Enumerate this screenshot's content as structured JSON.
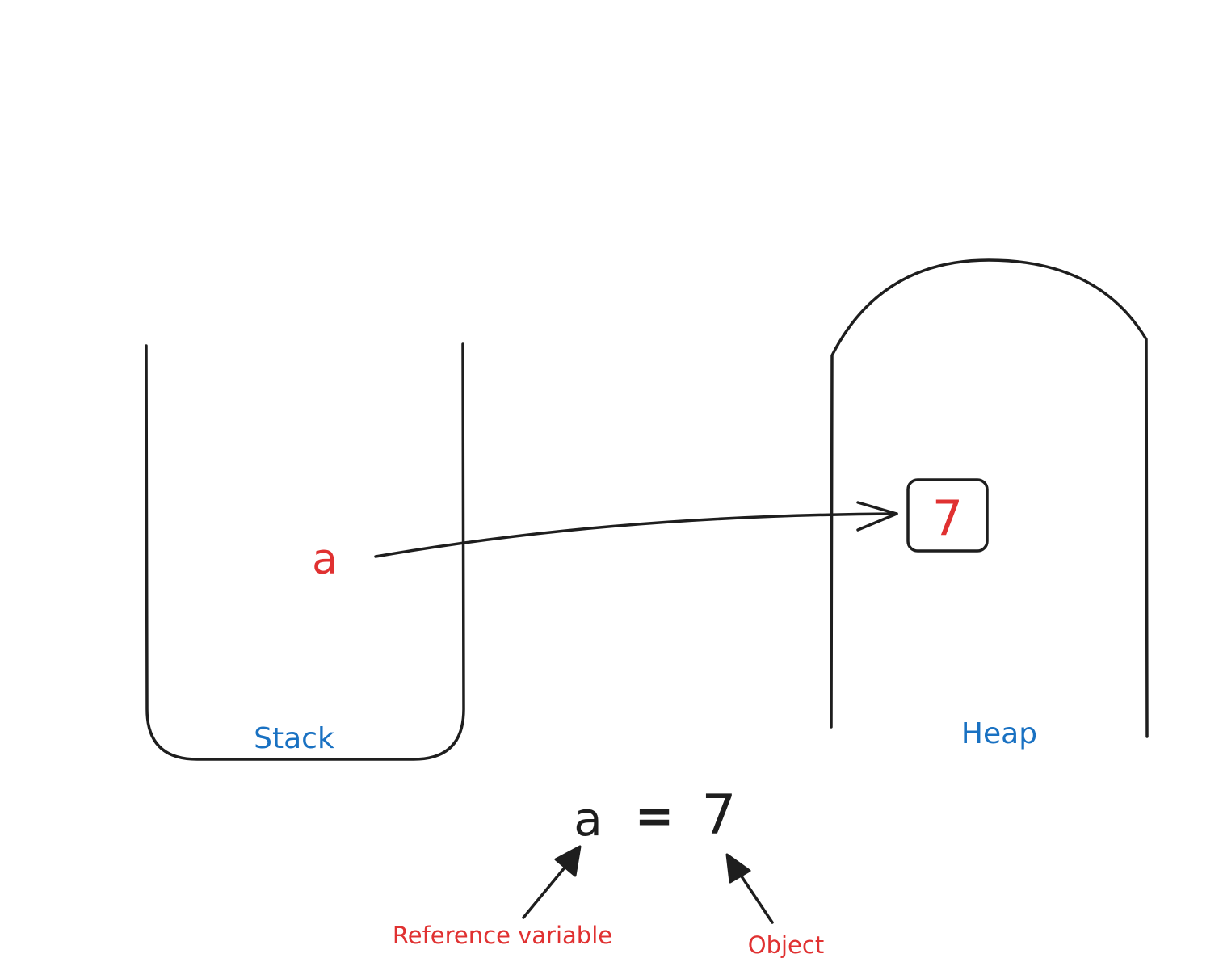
{
  "stack": {
    "label": "Stack",
    "variable": "a"
  },
  "heap": {
    "label": "Heap",
    "object_value": "7"
  },
  "equation": {
    "left": "a",
    "operator": "=",
    "right": "7"
  },
  "annotations": {
    "reference": "Reference variable",
    "object": "Object"
  },
  "colors": {
    "stroke": "#1e1e1e",
    "blue": "#1971c2",
    "red": "#e03131"
  }
}
